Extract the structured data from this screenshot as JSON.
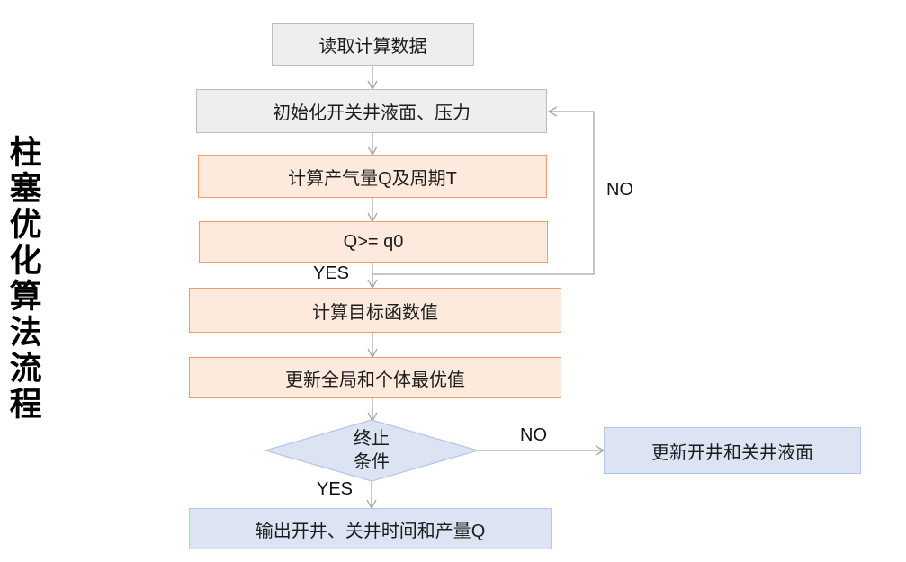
{
  "title": "柱塞优化算法流程",
  "nodes": {
    "read_data": {
      "label": "读取计算数据"
    },
    "init": {
      "label": "初始化开关井液面、压力"
    },
    "compute": {
      "label": "计算产气量Q及周期T"
    },
    "q_check": {
      "label": "Q>= q0"
    },
    "objective": {
      "label": "计算目标函数值"
    },
    "update_best": {
      "label": "更新全局和个体最优值"
    },
    "terminate": {
      "line1": "终止",
      "line2": "条件"
    },
    "output": {
      "label": "输出开井、关井时间和产量Q"
    },
    "update_levels": {
      "label": "更新开井和关井液面"
    }
  },
  "edge_labels": {
    "loop_no": "NO",
    "q_yes": "YES",
    "terminate_no": "NO",
    "terminate_yes": "YES"
  },
  "colors": {
    "gray_fill": "#eeeeee",
    "gray_border": "#bdbdbd",
    "orange_fill": "#fdeadc",
    "orange_border": "#f09b6e",
    "blue_fill": "#dce4f4",
    "blue_border": "#b4c7e7",
    "line": "#a6a6a6",
    "text": "#1c1c1c"
  }
}
